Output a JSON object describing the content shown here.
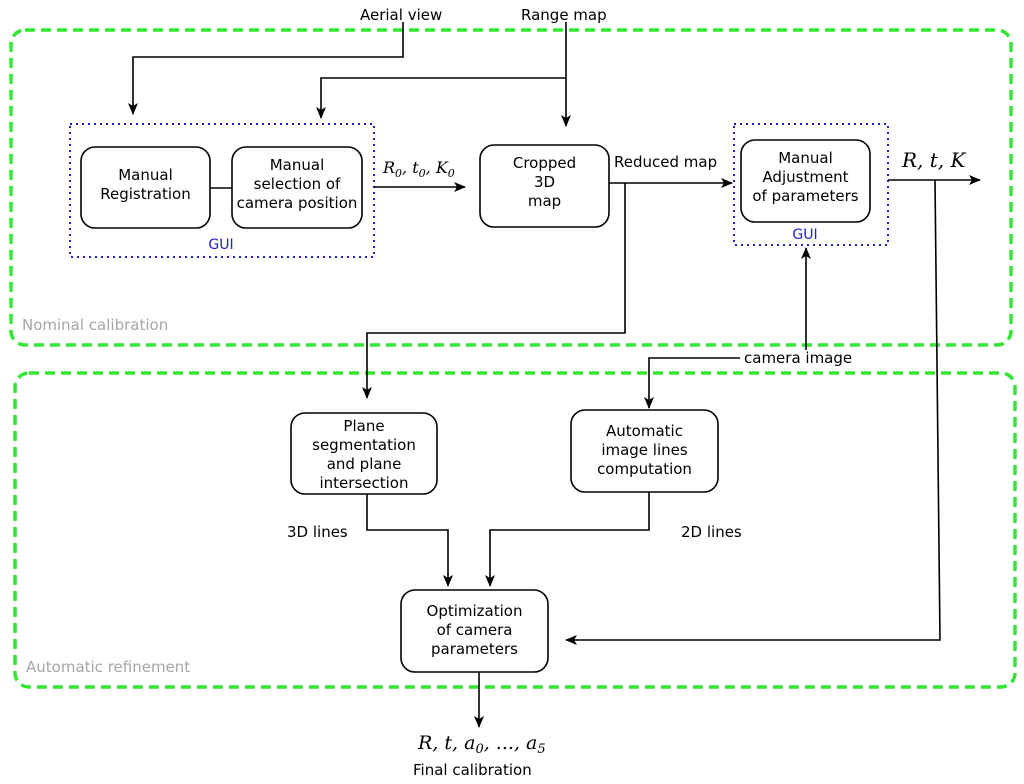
{
  "regions": {
    "nominal": "Nominal calibration",
    "automatic": "Automatic refinement"
  },
  "inputs": {
    "aerial_view": "Aerial view",
    "range_map": "Range map",
    "camera_image": "camera image"
  },
  "gui_label": "GUI",
  "boxes": {
    "manual_registration": [
      "Manual",
      "Registration"
    ],
    "manual_selection": [
      "Manual",
      "selection of",
      "camera position"
    ],
    "cropped_map": [
      "Cropped",
      "3D",
      "map"
    ],
    "manual_adjustment": [
      "Manual",
      "Adjustment",
      "of parameters"
    ],
    "plane_segmentation": [
      "Plane",
      "segmentation",
      "and plane",
      "intersection"
    ],
    "image_lines": [
      "Automatic",
      "image lines",
      "computation"
    ],
    "optimization": [
      "Optimization",
      "of camera",
      "parameters"
    ]
  },
  "edge_labels": {
    "initial_params": "R0, t0, K0",
    "reduced_map": "Reduced map",
    "output_params": "R, t, K",
    "lines_3d": "3D lines",
    "lines_2d": "2D lines",
    "final_params": "R, t, a0, ..., a5",
    "final_calibration": "Final calibration"
  },
  "colors": {
    "region_border": "#33e633",
    "gui_border": "#2020cc",
    "region_text": "#a6a6a6"
  }
}
